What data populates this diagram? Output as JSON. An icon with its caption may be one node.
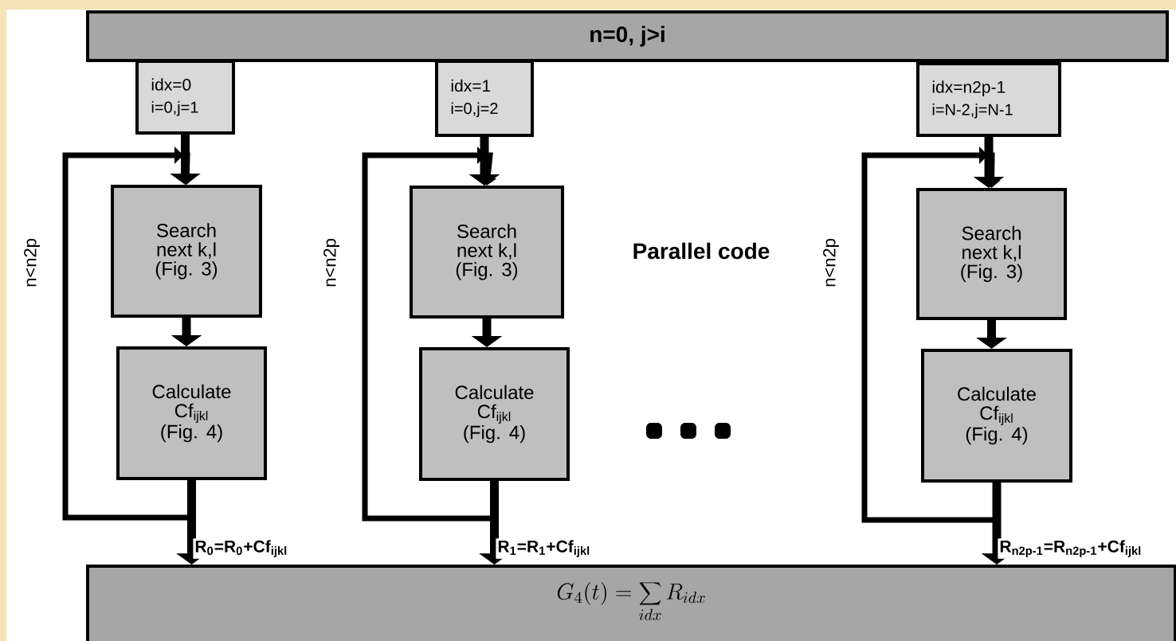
{
  "diagram": {
    "nodes": [
      {
        "text": [
          "n=0, j>i"
        ]
      },
      {
        "text": [
          "idx=0",
          "i=0,j=1"
        ]
      },
      {
        "text": [
          "Search next k,l (Fig. 3)"
        ]
      },
      {
        "text": [
          "Calculate Cf$_{ijkl}$ (Fig. 4)"
        ]
      },
      {
        "text": [
          "idx=1",
          "i=0,j=2"
        ]
      },
      {
        "text": [
          "Search next k,l (Fig. 3)"
        ]
      },
      {
        "text": [
          "Calculate Cf$_{ijkl}$ (Fig. 4)"
        ]
      },
      {
        "text": [
          "idx=n2p-1",
          "i=N-2,j=N-1"
        ]
      },
      {
        "text": [
          "Search next k,l (Fig. 3)"
        ]
      },
      {
        "text": [
          "Calculate Cf$_{ijkl}$ (Fig. 4)"
        ]
      },
      {
        "text": [
          "G_4(t)=\\sum_{idx} R_{idx}"
        ]
      }
    ],
    "edges": [
      {
        "from": 1,
        "to": 2,
        "arrow": "to"
      },
      {
        "from": 2,
        "to": 3,
        "arrow": "to"
      },
      {
        "from": 3,
        "to": 10,
        "arrow": "to",
        "label": "R$_{0}$=R$_{0}$+Cf$_{ijkl}$"
      },
      {
        "from": 3,
        "to": 2,
        "arrow": "to",
        "label": "n<n2p"
      },
      {
        "from": 4,
        "to": 5,
        "arrow": "to"
      },
      {
        "from": 5,
        "to": 6,
        "arrow": "to"
      },
      {
        "from": 6,
        "to": 10,
        "arrow": "to",
        "label": "R$_{1}$=R$_{1}$+Cf$_{ijkl}$"
      },
      {
        "from": 6,
        "to": 5,
        "arrow": "to",
        "label": "n<n2p"
      },
      {
        "from": 7,
        "to": 8,
        "arrow": "to"
      },
      {
        "from": 8,
        "to": 9,
        "arrow": "to"
      },
      {
        "from": 9,
        "to": 10,
        "arrow": "to",
        "label": "R$_{n2p-1}$=R$_{n2p-1}$+Cf$_{ijkl}$"
      },
      {
        "from": 9,
        "to": 8,
        "arrow": "to",
        "label": "n<n2p"
      }
    ],
    "labels": [
      "Parallel code"
    ]
  }
}
